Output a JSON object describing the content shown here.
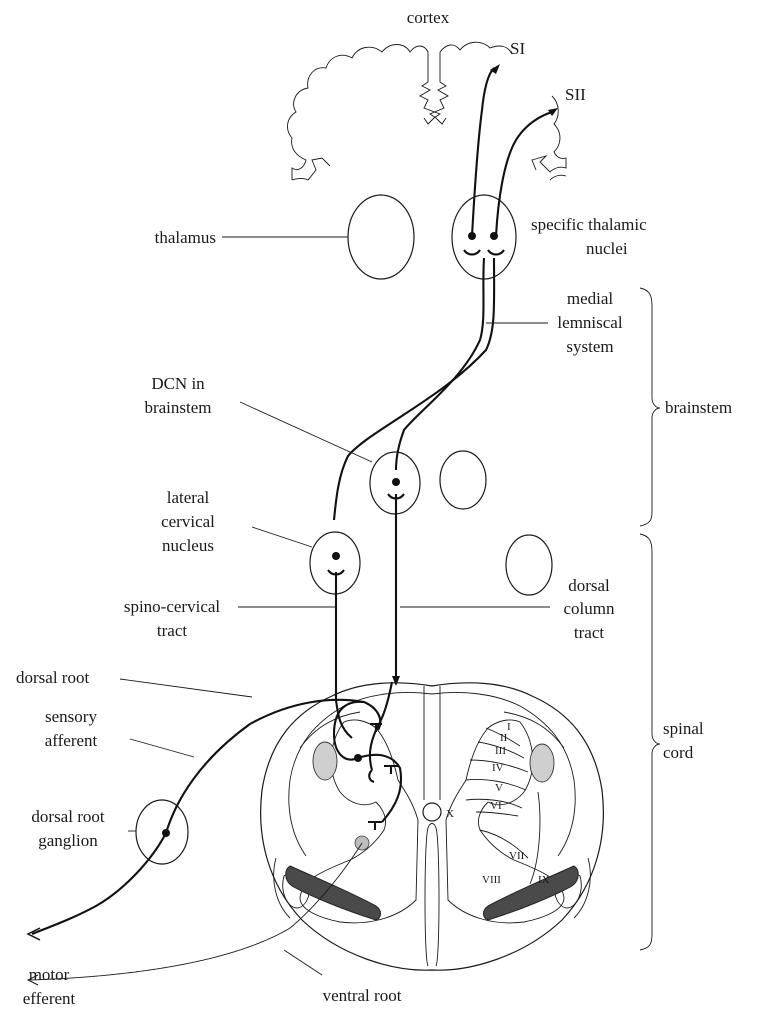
{
  "labels": {
    "cortex": "cortex",
    "si": "SI",
    "sii": "SII",
    "thalamus": "thalamus",
    "specific_thalamic_1": "specific thalamic",
    "specific_thalamic_2": "nuclei",
    "medial_1": "medial",
    "medial_2": "lemniscal",
    "medial_3": "system",
    "dcn_1": "DCN in",
    "dcn_2": "brainstem",
    "brainstem": "brainstem",
    "lcn_1": "lateral",
    "lcn_2": "cervical",
    "lcn_3": "nucleus",
    "spino_1": "spino-cervical",
    "spino_2": "tract",
    "dorsal_col_1": "dorsal",
    "dorsal_col_2": "column",
    "dorsal_col_3": "tract",
    "dorsal_root": "dorsal root",
    "sensory_1": "sensory",
    "sensory_2": "afferent",
    "drg_1": "dorsal root",
    "drg_2": "ganglion",
    "spinal_1": "spinal",
    "spinal_2": "cord",
    "motor_1": "motor",
    "motor_2": "efferent",
    "ventral_root": "ventral root"
  },
  "laminae": {
    "I": "I",
    "II": "II",
    "III": "III",
    "IV": "IV",
    "V": "V",
    "VI": "VI",
    "VII": "VII",
    "VIII": "VIII",
    "IX": "IX",
    "X": "X"
  }
}
